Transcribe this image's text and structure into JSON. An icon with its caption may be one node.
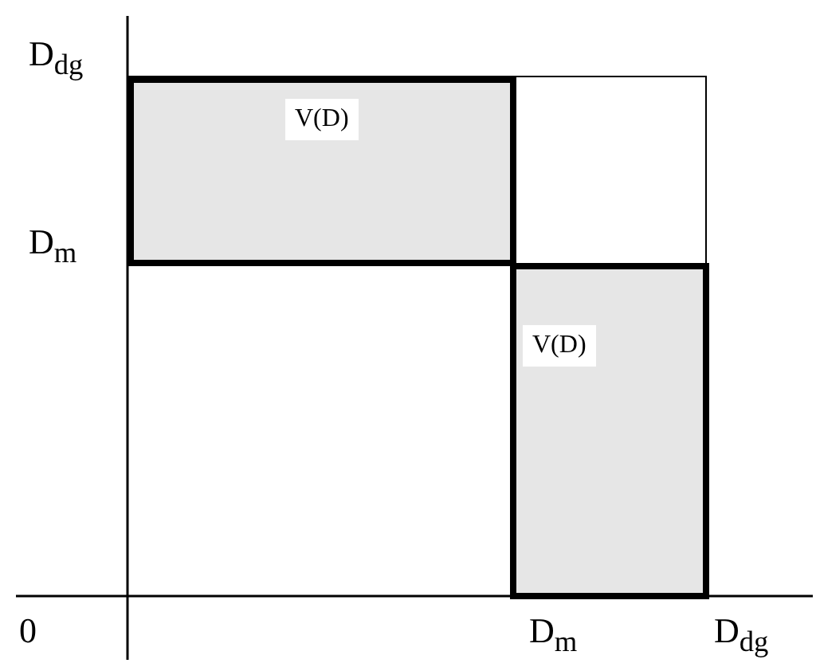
{
  "diagram": {
    "nodes": [
      {
        "text": [
          "V(D)"
        ]
      },
      {
        "text": [
          "V(D)"
        ]
      }
    ],
    "labels": [
      "D$_{dg}$",
      "D$_{m}$",
      "0",
      "D$_{m}$",
      "D$_{dg}$"
    ]
  }
}
